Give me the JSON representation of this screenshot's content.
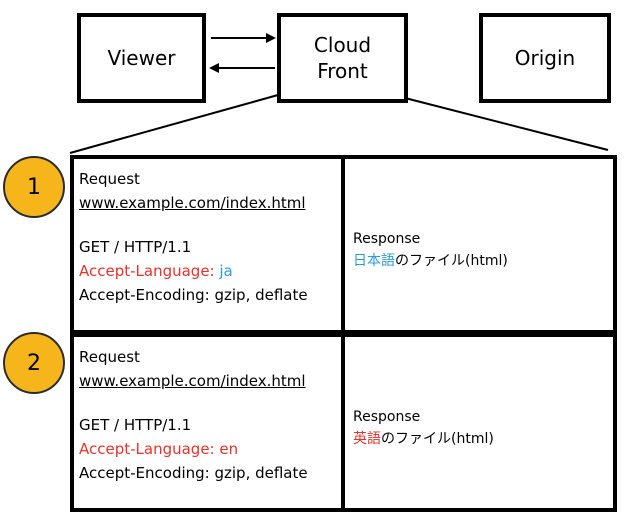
{
  "top": {
    "viewer": "Viewer",
    "cloudfront_line1": "Cloud",
    "cloudfront_line2": "Front",
    "origin": "Origin"
  },
  "cases": [
    {
      "badge": "1",
      "request_label": "Request",
      "url": "www.example.com/index.html",
      "get_line": "GET / HTTP/1.1",
      "accept_language_key": "Accept-Language: ",
      "accept_language_value": "ja",
      "accept_encoding": "Accept-Encoding: gzip, deflate",
      "response_label": "Response",
      "response_lang": "日本語",
      "response_rest": "のファイル(html)"
    },
    {
      "badge": "2",
      "request_label": "Request",
      "url": "www.example.com/index.html",
      "get_line": "GET / HTTP/1.1",
      "accept_language_key": "Accept-Language: ",
      "accept_language_value": "en",
      "accept_encoding": "Accept-Encoding: gzip, deflate",
      "response_label": "Response",
      "response_lang": "英語",
      "response_rest": "のファイル(html)"
    }
  ],
  "colors": {
    "badge": "#f6b51b",
    "header_red": "#e8322b",
    "value_blue": "#2a9ad9"
  }
}
